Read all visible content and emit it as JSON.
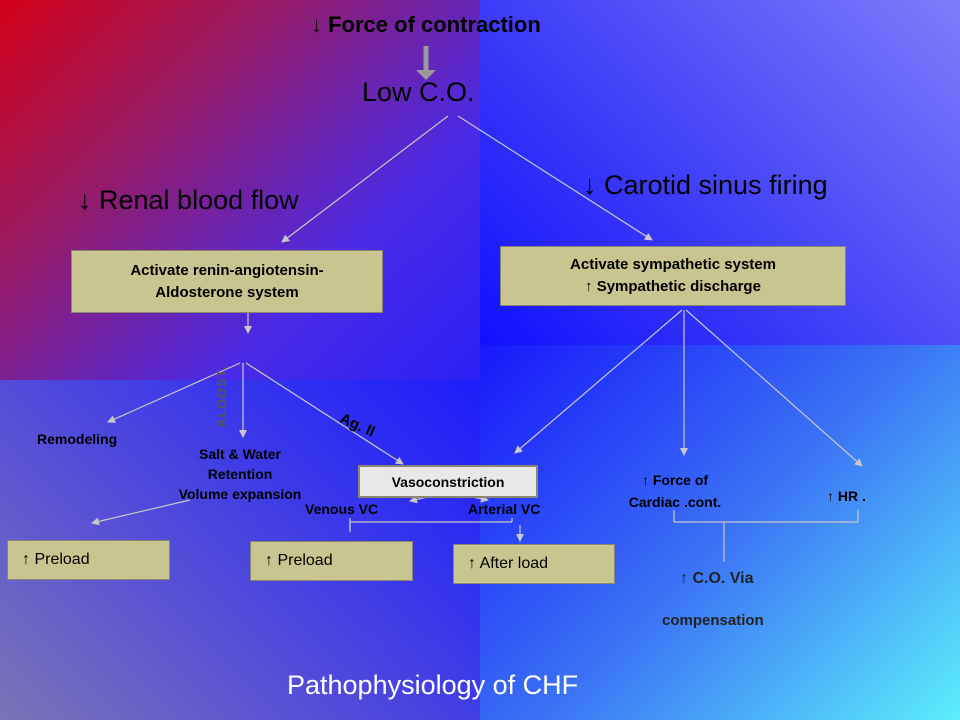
{
  "title": "Pathophysiology of CHF",
  "top": {
    "force_of_contraction": "↓ Force of contraction"
  },
  "center": {
    "low_co": "Low C.O."
  },
  "left_branch": {
    "renal_blood_flow": "↓ Renal blood flow",
    "box": [
      "Activate renin-angiotensin-",
      "Aldosterone system"
    ],
    "aldost_label": "ALDOST.",
    "ag_label": "Ag. II",
    "remodeling": "Remodeling",
    "salt_water": [
      "Salt & Water",
      "Retention",
      "Volume expansion"
    ]
  },
  "right_branch": {
    "carotid": "↓ Carotid sinus firing",
    "box": [
      "Activate sympathetic system",
      "↑ Sympathetic discharge"
    ],
    "force_cardiac": [
      "↑ Force of",
      "Cardiac .cont."
    ],
    "hr": "↑ HR ."
  },
  "vasoconstriction": {
    "label": "Vasoconstriction",
    "venous": "Venous VC",
    "arterial": "Arterial VC"
  },
  "outcomes": {
    "preload_left": "↑ Preload",
    "preload_mid": "↑ Preload",
    "after_load": "↑ After load",
    "co_via": "↑ C.O. Via",
    "compensation": "compensation"
  },
  "colors": {
    "box_fill": "#c8c591",
    "line": "#c8c8c8",
    "text": "#000000",
    "title_text": "#ffffff"
  }
}
